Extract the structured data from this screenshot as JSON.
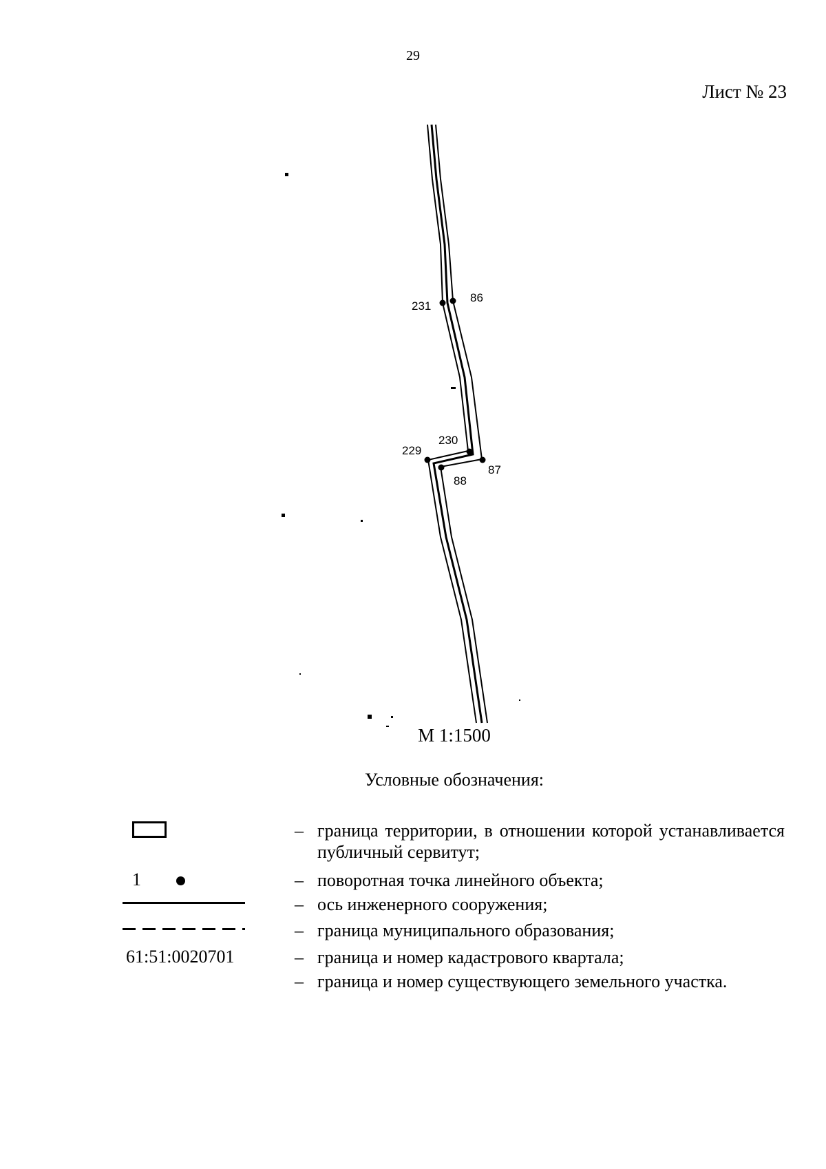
{
  "header": {
    "page_number": "29",
    "sheet_label": "Лист № 23"
  },
  "map": {
    "point_labels": {
      "p231": "231",
      "p86": "86",
      "p230": "230",
      "p229": "229",
      "p87": "87",
      "p88": "88"
    },
    "scale_label": "М 1:1500"
  },
  "legend": {
    "title": "Условные обозначения:",
    "point_symbol_number": "1",
    "quarter_number_example": "61:51:0020701",
    "dash": "–",
    "items": [
      "граница территории, в отношении которой устанавливается публичный сервитут;",
      "поворотная точка линейного объекта;",
      "ось инженерного сооружения;",
      "граница муниципального образования;",
      "граница и номер кадастрового квартала;",
      "граница и номер существующего земельного участка."
    ]
  }
}
